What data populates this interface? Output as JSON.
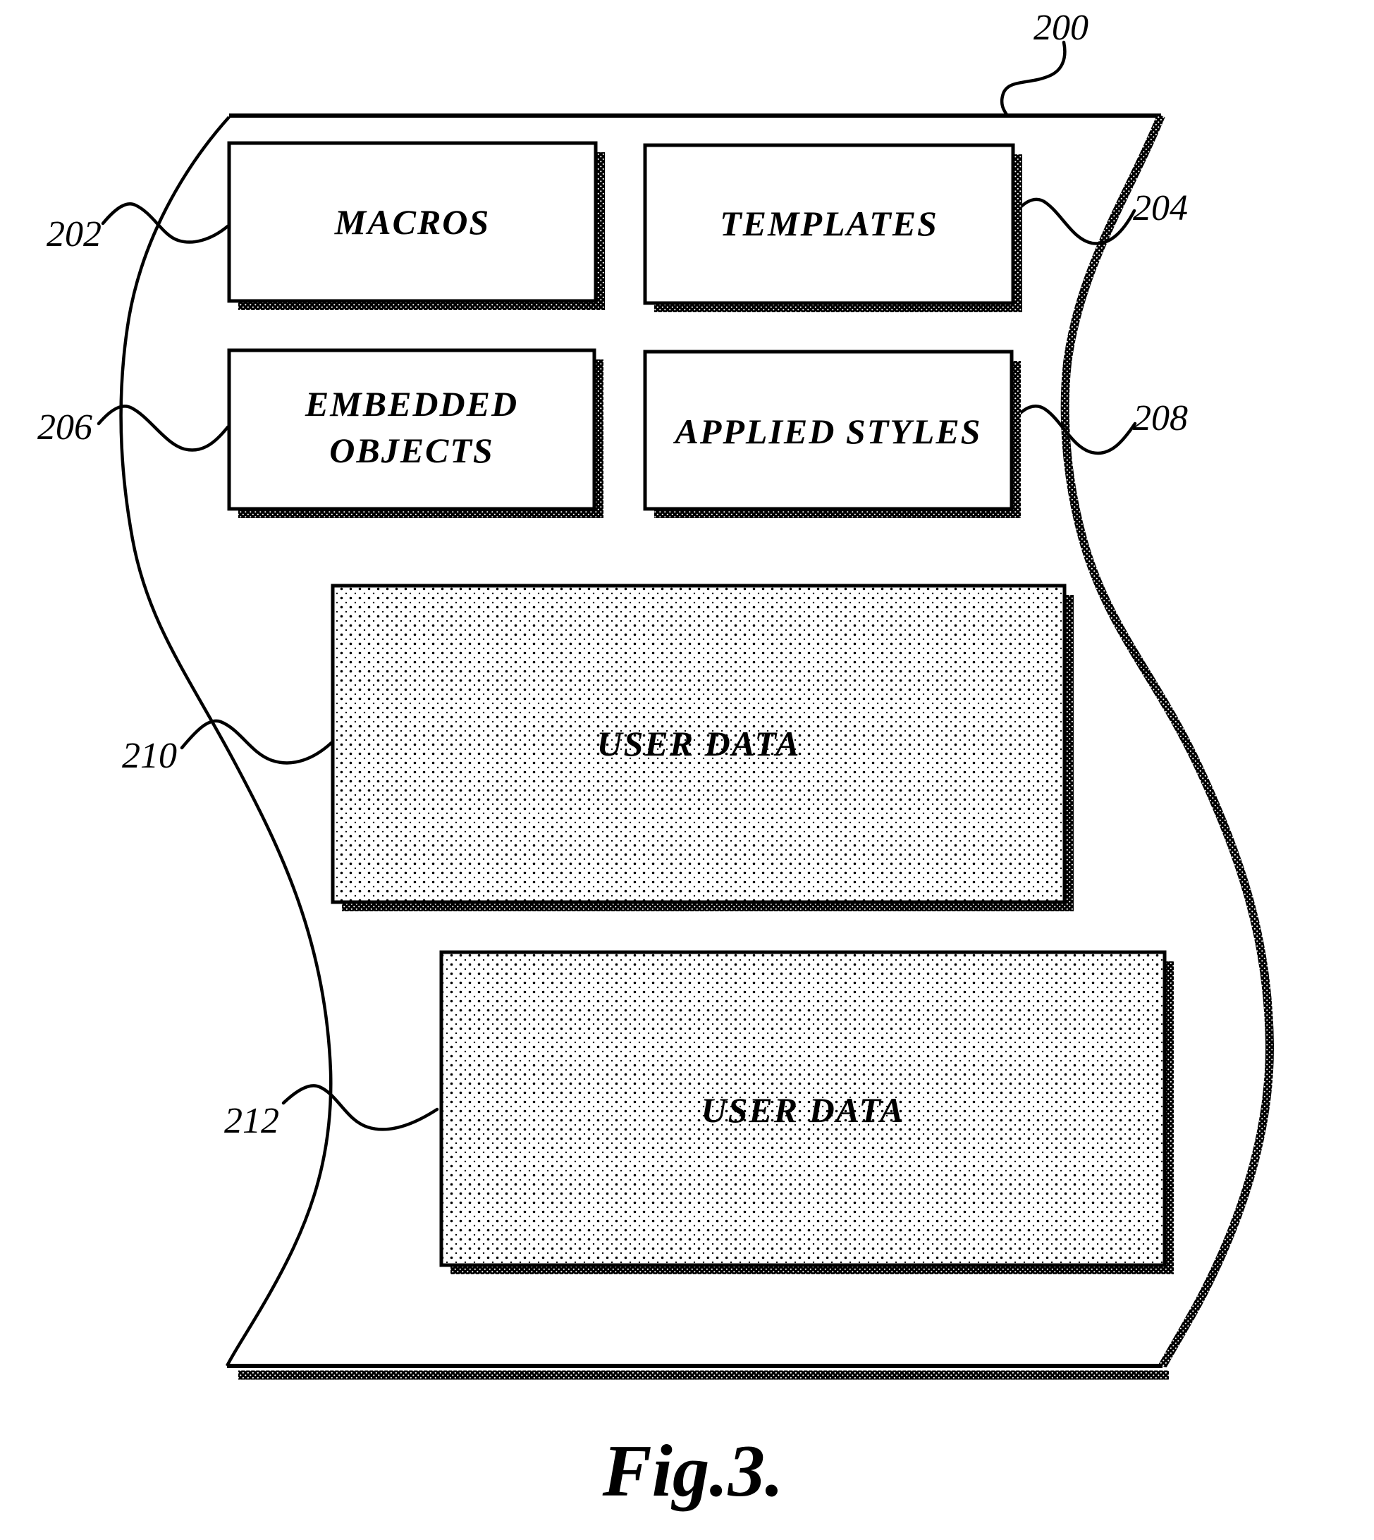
{
  "figure": {
    "caption": "Fig.3.",
    "sheet": {
      "ref": "200"
    },
    "boxes": {
      "macros": {
        "label": "MACROS",
        "ref": "202"
      },
      "templates": {
        "label": "TEMPLATES",
        "ref": "204"
      },
      "embedded_objects": {
        "line1": "EMBEDDED",
        "line2": "OBJECTS",
        "ref": "206"
      },
      "applied_styles": {
        "label": "APPLIED STYLES",
        "ref": "208"
      },
      "user_data_top": {
        "label": "USER DATA",
        "ref": "210"
      },
      "user_data_bottom": {
        "label": "USER DATA",
        "ref": "212"
      }
    },
    "colors": {
      "ink": "#000000",
      "paper": "#ffffff"
    }
  }
}
